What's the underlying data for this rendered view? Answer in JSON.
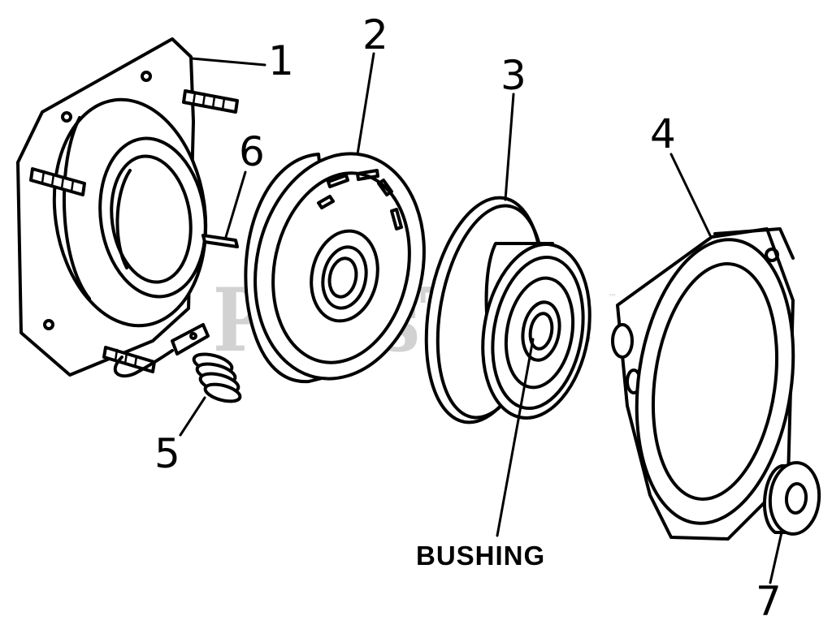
{
  "watermark": {
    "text": "PartsTree",
    "trademark": "™"
  },
  "callouts": [
    {
      "id": "1",
      "label": "1"
    },
    {
      "id": "2",
      "label": "2"
    },
    {
      "id": "3",
      "label": "3"
    },
    {
      "id": "4",
      "label": "4"
    },
    {
      "id": "5",
      "label": "5"
    },
    {
      "id": "6",
      "label": "6"
    },
    {
      "id": "7",
      "label": "7"
    }
  ],
  "annotation": {
    "bushing_label": "BUSHING"
  },
  "colors": {
    "line": "#000000",
    "background": "#ffffff",
    "watermark": "#d2d2d2"
  }
}
